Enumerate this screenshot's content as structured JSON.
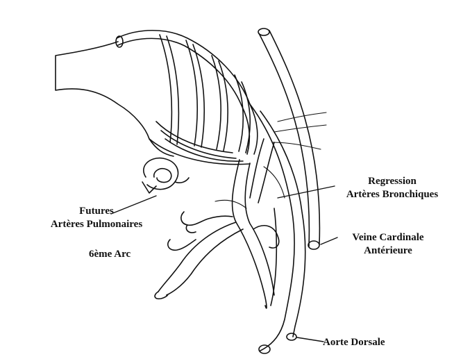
{
  "labels": {
    "futures_line1": "Futures",
    "futures_line2": "Artères Pulmonaires",
    "sixth_arch": "6ème Arc",
    "regression_line1": "Regression",
    "regression_line2": "Artères Bronchiques",
    "veine_line1": "Veine Cardinale",
    "veine_line2": "Antérieure",
    "aorte": "Aorte Dorsale"
  },
  "colors": {
    "ink": "#111111",
    "paper": "#ffffff"
  }
}
